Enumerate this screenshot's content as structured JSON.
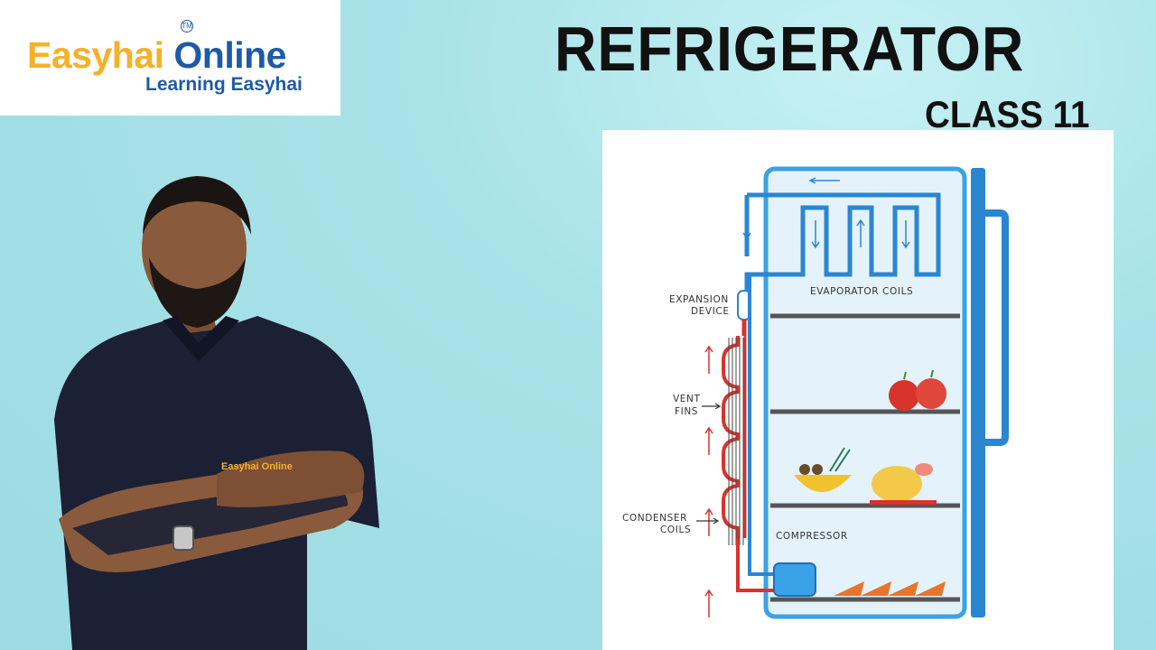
{
  "logo": {
    "brand_first": "E",
    "brand_middle": "asyhai",
    "brand_last": " Online",
    "tagline": "Learning Easyhai",
    "trademark": "TM"
  },
  "header": {
    "title": "REFRIGERATOR",
    "subtitle": "CLASS 11"
  },
  "diagram": {
    "labels": {
      "evaporator_coils": "EVAPORATOR COILS",
      "expansion_line1": "EXPANSION",
      "expansion_line2": "DEVICE",
      "vent_line1": "VENT",
      "vent_line2": "FINS",
      "condenser_line1": "CONDENSER",
      "condenser_line2": "COILS",
      "compressor": "COMPRESSOR"
    },
    "colors": {
      "cold_line": "#2b86d2",
      "hot_line": "#d8342c",
      "fridge_outline": "#3aa2e6",
      "shelf": "#555555"
    }
  },
  "presenter": {
    "shirt_logo": "Easyhai Online"
  }
}
